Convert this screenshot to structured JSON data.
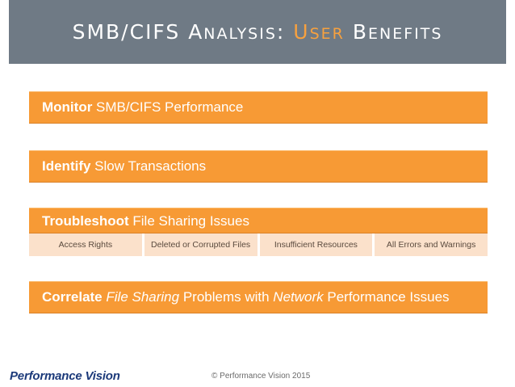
{
  "title": {
    "part1": "SMB/CIFS A",
    "part2": "NALYSIS",
    "part3": ": ",
    "part4": "U",
    "part5": "SER",
    "part6": " B",
    "part7": "ENEFITS"
  },
  "bars": {
    "monitor": {
      "bold": "Monitor",
      "rest": " SMB/CIFS Performance"
    },
    "identify": {
      "bold": "Identify",
      "rest": " Slow Transactions"
    },
    "troubleshoot": {
      "bold": "Troubleshoot",
      "rest": " File Sharing Issues"
    },
    "correlate": {
      "bold": "Correlate",
      "italic1": "File Sharing",
      "mid": " Problems with ",
      "italic2": "Network",
      "rest": " Performance Issues"
    }
  },
  "sub_items": [
    "Access Rights",
    "Deleted or Corrupted Files",
    "Insufficient Resources",
    "All Errors and Warnings"
  ],
  "footer": {
    "logo": "Performance Vision",
    "copyright": "© Performance Vision 2015"
  },
  "colors": {
    "title_bar": "#6f7a85",
    "accent_orange": "#f79a35",
    "sub_bg": "#fbe1cb",
    "logo_blue": "#1c3a7a"
  }
}
